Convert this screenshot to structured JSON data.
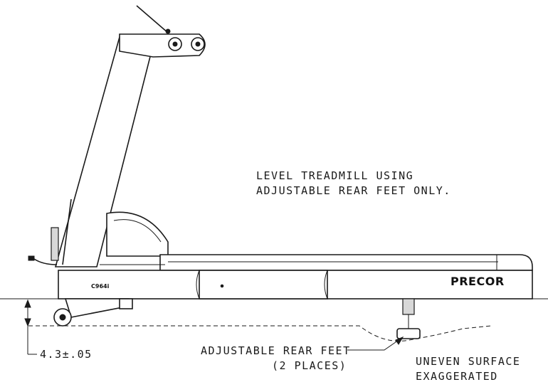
{
  "notes": {
    "level_line_1": "LEVEL TREADMILL USING",
    "level_line_2": "ADJUSTABLE REAR FEET ONLY.",
    "rear_feet_line_1": "ADJUSTABLE REAR FEET",
    "rear_feet_line_2": "(2 PLACES)",
    "surface_line_1": "UNEVEN SURFACE",
    "surface_line_2": "EXAGGERATED",
    "dimension": "4.3±.05"
  },
  "frame": {
    "model": "C964i",
    "brand": "PRECOR"
  }
}
